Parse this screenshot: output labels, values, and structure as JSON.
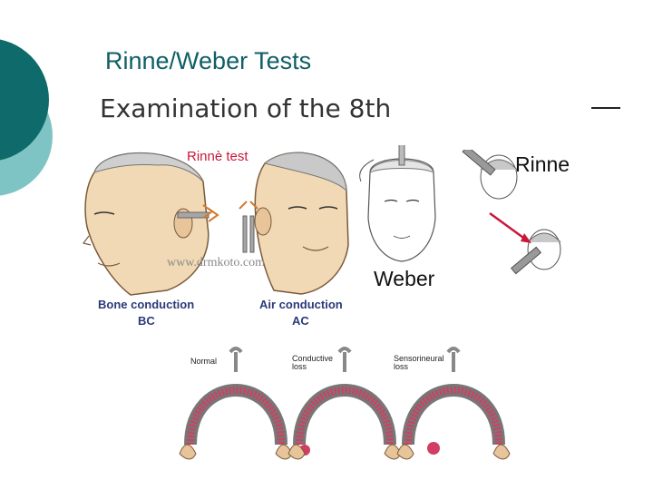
{
  "slide": {
    "title": "Rinne/Weber Tests"
  },
  "figure": {
    "subtitle": "Examination of the 8th",
    "rinne_header": "Rinnè test",
    "rinne_label": "Rinne",
    "weber_label": "Weber",
    "watermark": "www.drmkoto.com",
    "bone_conduction": "Bone conduction",
    "bc": "BC",
    "air_conduction": "Air conduction",
    "ac": "AC",
    "normal": "Normal",
    "conductive_1": "Conductive",
    "conductive_2": "loss",
    "sensorineural_1": "Sensorineural",
    "sensorineural_2": "loss"
  },
  "colors": {
    "teal_dark": "#0f6b6b",
    "teal_light": "#74bdbd",
    "title": "#0f5f66",
    "accent_red": "#c8183a",
    "label_navy": "#2a3a7a"
  }
}
